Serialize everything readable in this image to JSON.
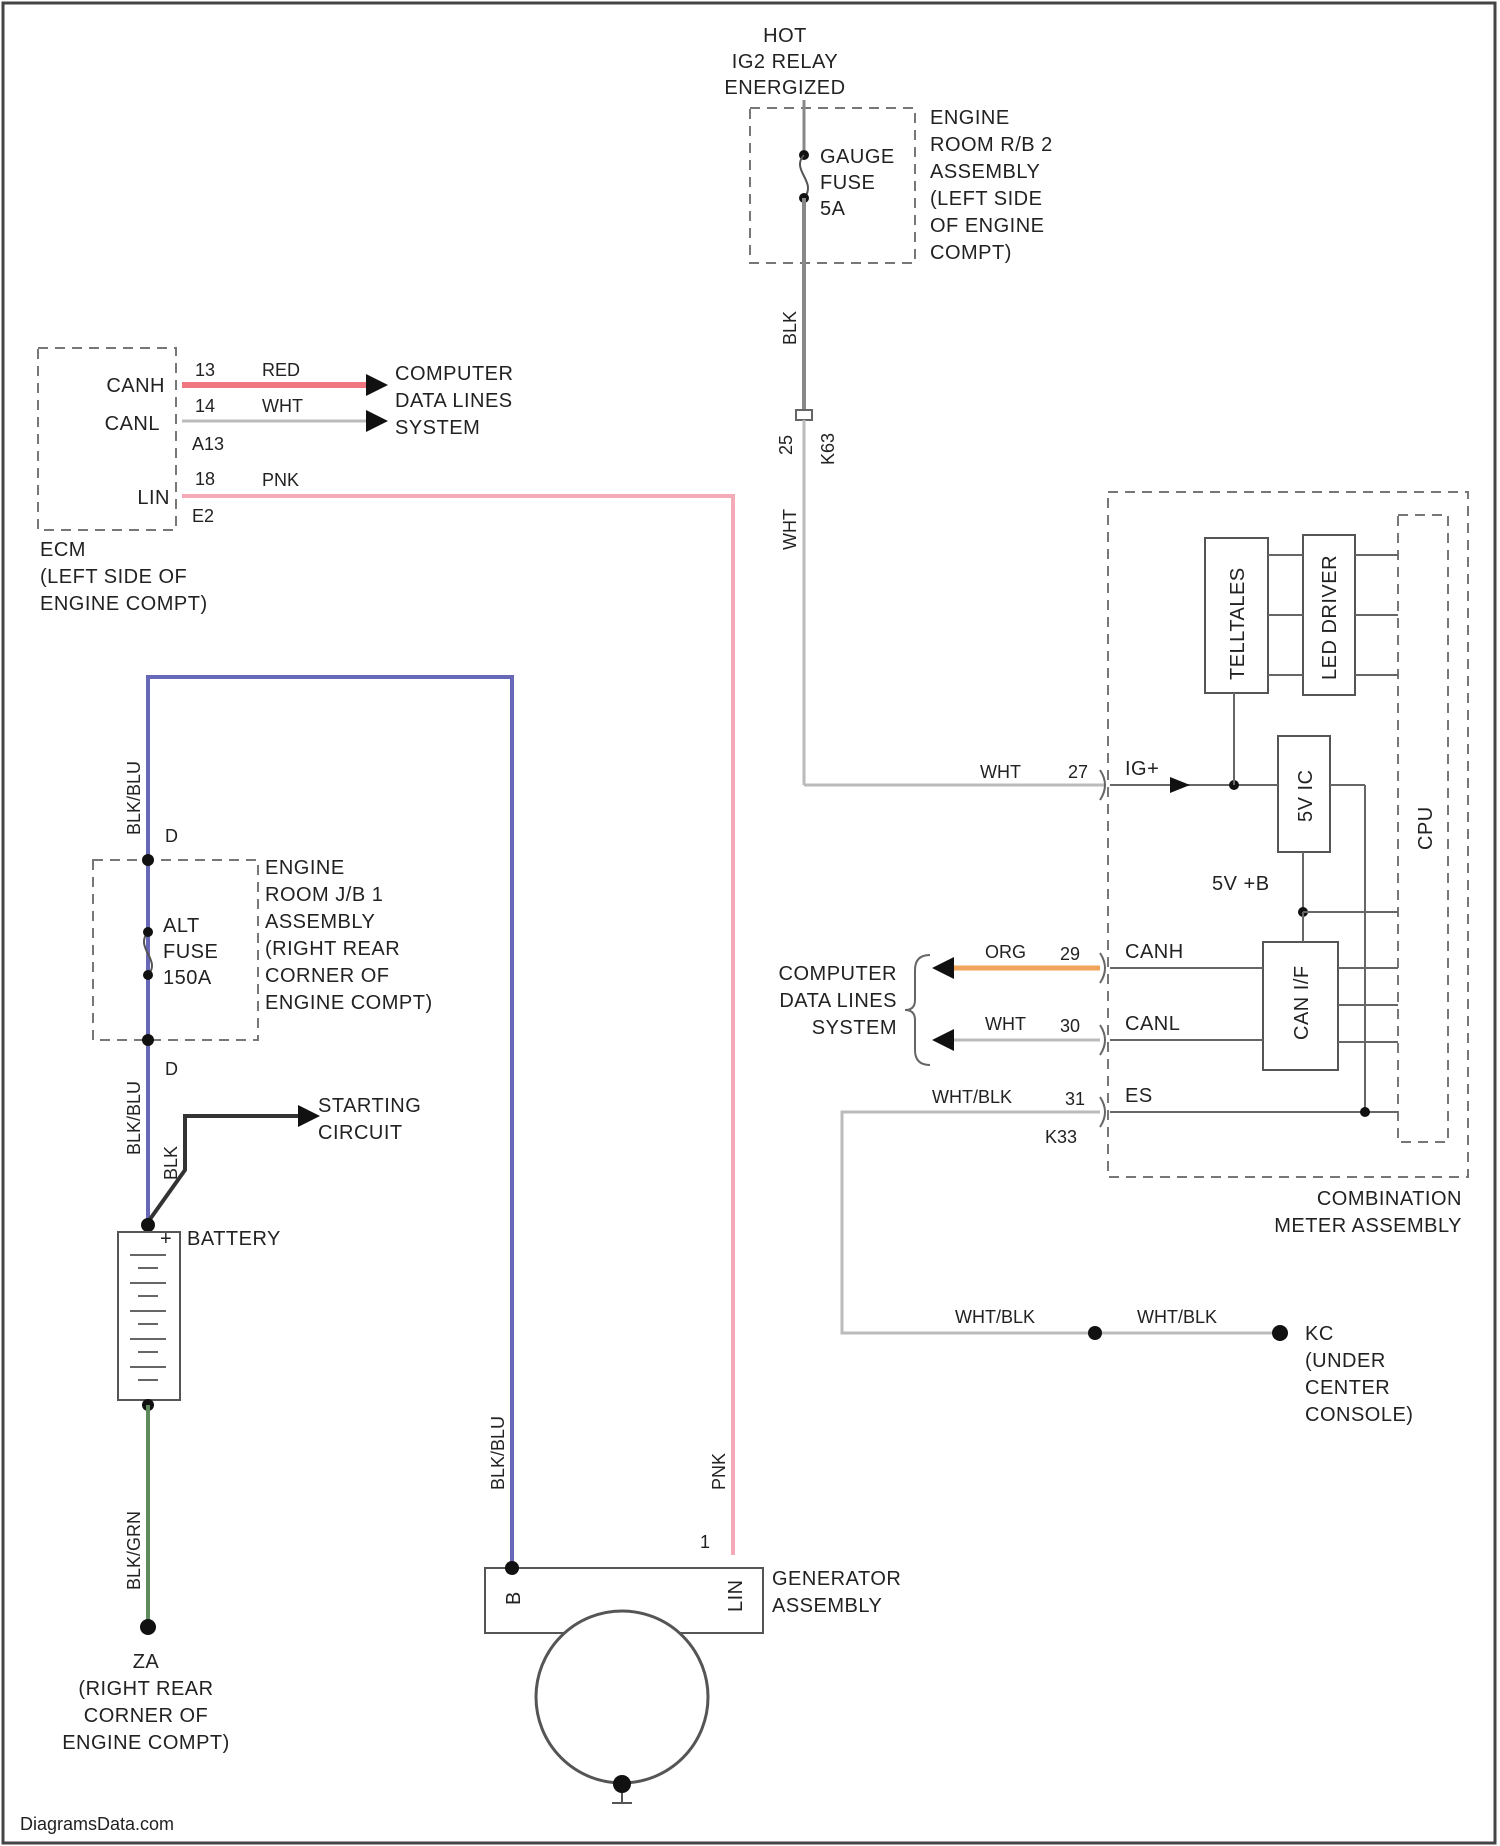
{
  "colors": {
    "red": "#f07680",
    "pink": "#f5aab8",
    "blue": "#6868b8",
    "orange": "#f2a55a",
    "gray_wire": "#888888",
    "white_wire": "#bbbbbb",
    "green": "#5e8a5e",
    "black": "#222222"
  },
  "top_supply": {
    "lines": [
      "HOT",
      "IG2 RELAY",
      "ENERGIZED"
    ]
  },
  "engine_room_rb2": {
    "lines": [
      "ENGINE",
      "ROOM R/B 2",
      "ASSEMBLY",
      "(LEFT SIDE",
      "OF ENGINE",
      "COMPT)"
    ]
  },
  "gauge_fuse": {
    "lines": [
      "GAUGE",
      "FUSE",
      "5A"
    ]
  },
  "wires": {
    "blk_top": "BLK",
    "connector_top_pin": "25",
    "connector_top_id": "K63",
    "wht_vertical": "WHT",
    "wht_27": "WHT",
    "org_29": "ORG",
    "wht_30": "WHT",
    "whtblk_31": "WHT/BLK",
    "whtblk_g1": "WHT/BLK",
    "whtblk_g2": "WHT/BLK",
    "red_ecm": "RED",
    "wht_ecm": "WHT",
    "pnk_ecm": "PNK",
    "blkblu_upper": "BLK/BLU",
    "blkblu_lower": "BLK/BLU",
    "blk_starting": "BLK",
    "blkgrn": "BLK/GRN",
    "blkblu_gen": "BLK/BLU",
    "pnk_gen": "PNK"
  },
  "ecm": {
    "pins": [
      {
        "name": "CANH",
        "pin": "13",
        "wire": "RED"
      },
      {
        "name": "CANL",
        "pin": "14",
        "wire": "WHT"
      },
      {
        "name": "LIN",
        "pin": "18",
        "wire": "PNK"
      }
    ],
    "connector_a": "A13",
    "connector_b": "E2",
    "label_lines": [
      "ECM",
      "(LEFT SIDE OF",
      "ENGINE COMPT)"
    ]
  },
  "computer_data_lines_right": [
    "COMPUTER",
    "DATA LINES",
    "SYSTEM"
  ],
  "computer_data_lines_left": [
    "COMPUTER",
    "DATA LINES",
    "SYSTEM"
  ],
  "combination_meter": {
    "pins": [
      {
        "pin": "27",
        "name": "IG+"
      },
      {
        "pin": "29",
        "name": "CANH"
      },
      {
        "pin": "30",
        "name": "CANL"
      },
      {
        "pin": "31",
        "name": "ES"
      }
    ],
    "connector": "K33",
    "blocks": [
      "TELLTALES",
      "LED DRIVER",
      "5V IC",
      "CAN I/F",
      "CPU"
    ],
    "voltage_label": "5V +B",
    "label_lines": [
      "COMBINATION",
      "METER ASSEMBLY"
    ]
  },
  "ground_kc": {
    "lines": [
      "KC",
      "(UNDER",
      "CENTER",
      "CONSOLE)"
    ]
  },
  "engine_room_jb1": {
    "lines": [
      "ENGINE",
      "ROOM J/B 1",
      "ASSEMBLY",
      "(RIGHT REAR",
      "CORNER OF",
      "ENGINE COMPT)"
    ],
    "pin_top": "D",
    "pin_bottom": "D"
  },
  "alt_fuse": {
    "lines": [
      "ALT",
      "FUSE",
      "150A"
    ]
  },
  "starting_circuit": {
    "lines": [
      "STARTING",
      "CIRCUIT"
    ]
  },
  "battery": {
    "label": "BATTERY",
    "terminal": "+"
  },
  "ground_za": {
    "lines": [
      "ZA",
      "(RIGHT REAR",
      "CORNER OF",
      "ENGINE COMPT)"
    ]
  },
  "generator": {
    "terminal_b": "B",
    "terminal_lin": "LIN",
    "lin_pin": "1",
    "label_lines": [
      "GENERATOR",
      "ASSEMBLY"
    ]
  },
  "watermark": "DiagramsData.com"
}
